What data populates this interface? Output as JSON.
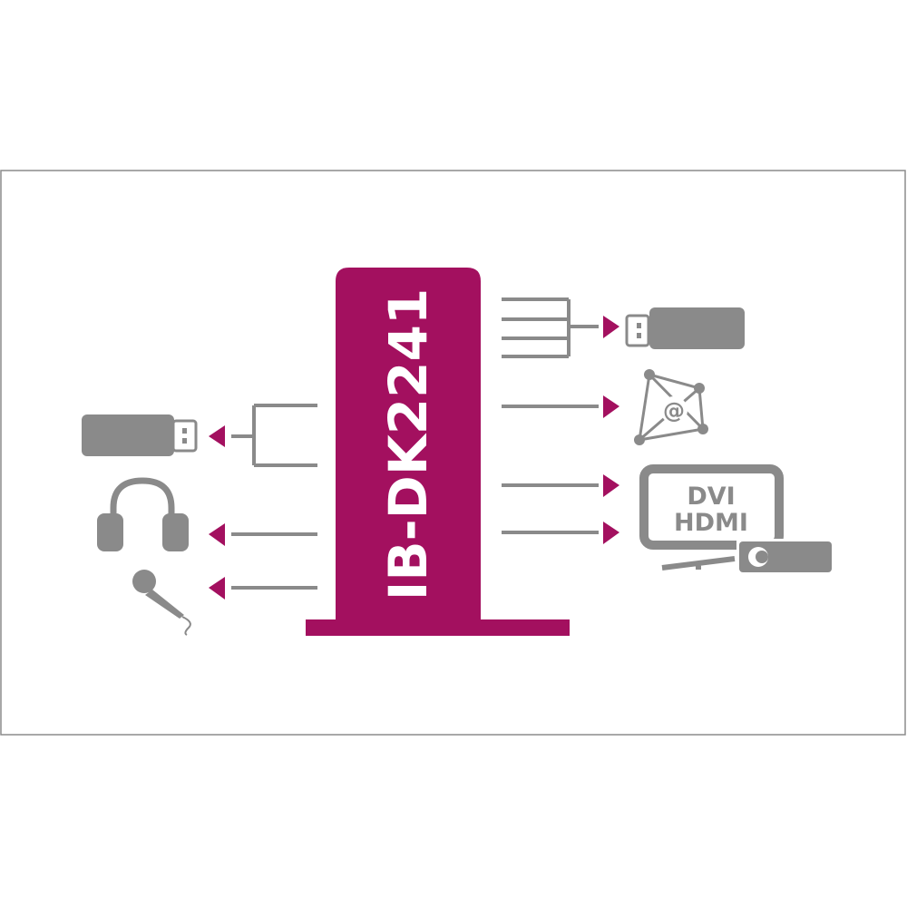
{
  "device": {
    "model": "IB-DK2241"
  },
  "monitor": {
    "line1": "DVI",
    "line2": "HDMI"
  },
  "network": {
    "symbol": "@"
  },
  "colors": {
    "accent": "#a3105f",
    "icon_gray": "#8a8a8a",
    "frame": "#8c8c8c"
  },
  "icons": [
    "usb-stick-icon",
    "network-icon",
    "monitor-icon",
    "projector-icon",
    "headphones-icon",
    "microphone-icon"
  ]
}
